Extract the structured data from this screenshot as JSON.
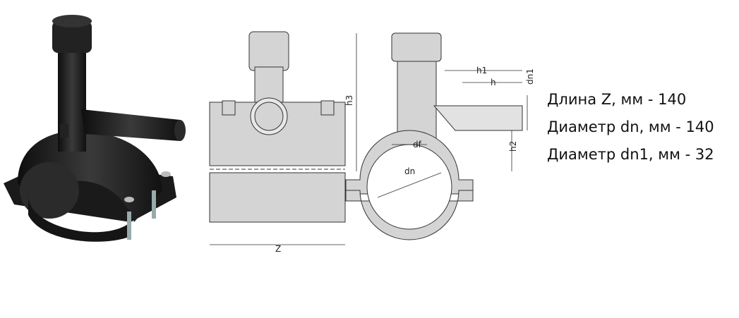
{
  "specs": [
    {
      "label": "Длина Z, мм - 140"
    },
    {
      "label": "Диаметр dn, мм - 140"
    },
    {
      "label": "Диаметр dn1, мм - 32"
    }
  ],
  "drawing_labels": {
    "z": "Z",
    "h3": "h3",
    "h1": "h1",
    "h": "h",
    "dn1": "dn1",
    "df": "df",
    "dn": "dn",
    "h2": "h2"
  },
  "colors": {
    "part_fill": "#d4d4d4",
    "line": "#333333",
    "photo_body": "#1c1c1c"
  }
}
